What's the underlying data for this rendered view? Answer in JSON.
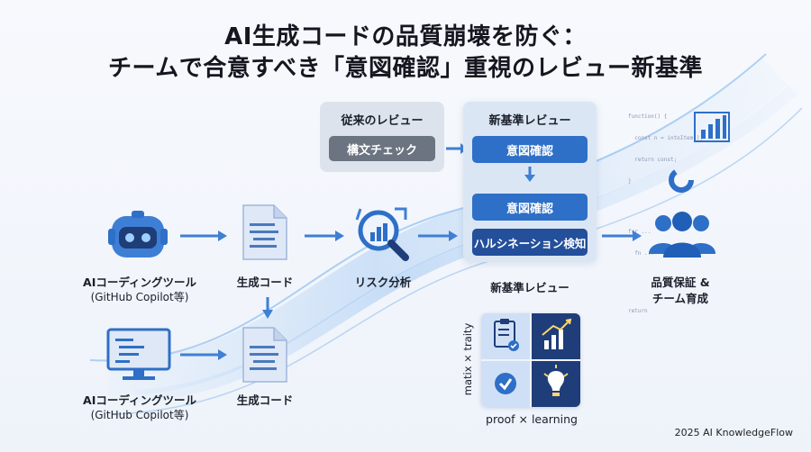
{
  "title_line1": "AI生成コードの品質崩壊を防ぐ：",
  "title_line2": "チームで合意すべき「意図確認」重視のレビュー新基準",
  "old_review": {
    "header": "従来のレビュー",
    "item": "構文チェック"
  },
  "new_review": {
    "header": "新基準レビュー",
    "item1": "意図確認",
    "item2": "意図確認",
    "item3": "ハルシネーション検知",
    "caption": "新基準レビュー"
  },
  "flow": {
    "ai_tool_label": "AIコーディングツール",
    "ai_tool_sub": "(GitHub Copilot等)",
    "gen_code_label": "生成コード",
    "risk_label": "リスク分析",
    "result_line1": "品質保証 &",
    "result_line2": "チーム育成"
  },
  "flow_lower": {
    "ai_tool_label": "AIコーディングツール",
    "ai_tool_sub": "(GitHub Copilot等)",
    "gen_code_label": "生成コード"
  },
  "matrix": {
    "side_label": "matix × traity",
    "bottom_label": "proof × learning"
  },
  "code_snippet": {
    "line1": "function() {",
    "line2": "  const n = intoItem();",
    "line3": "  return const;",
    "line4": "}",
    "line5": "for ...",
    "line6": "  fn ...",
    "line7": "return"
  },
  "footer": "2025 AI KnowledgeFlow",
  "colors": {
    "accent": "#2e6fc7",
    "dark_blue": "#234f9b",
    "grey_btn": "#6b7480",
    "panel": "#dfe7f3"
  }
}
